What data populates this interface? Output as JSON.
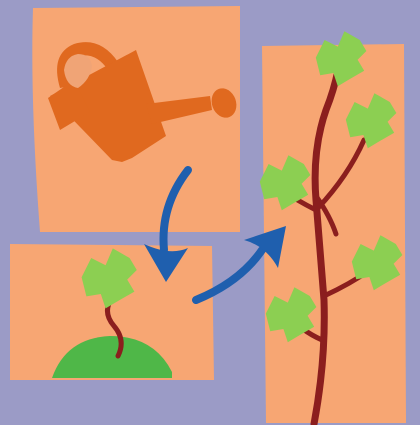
{
  "illustration": {
    "panels": [
      "watering-can",
      "seedling",
      "vine"
    ],
    "colors": {
      "background": "#9b9bc6",
      "panel": "#f7a673",
      "watering_can": "#e0691f",
      "watering_can_highlight": "#f0a476",
      "arrow": "#1f5fae",
      "stem": "#8b1e1e",
      "leaf": "#8ccf52",
      "leaf_outline": "#6db03a",
      "soil_mound": "#4fb748"
    },
    "icons": [
      "watering-can-icon",
      "arrow-down-icon",
      "arrow-up-right-icon",
      "seedling-icon",
      "vine-icon",
      "leaf-icon"
    ]
  }
}
